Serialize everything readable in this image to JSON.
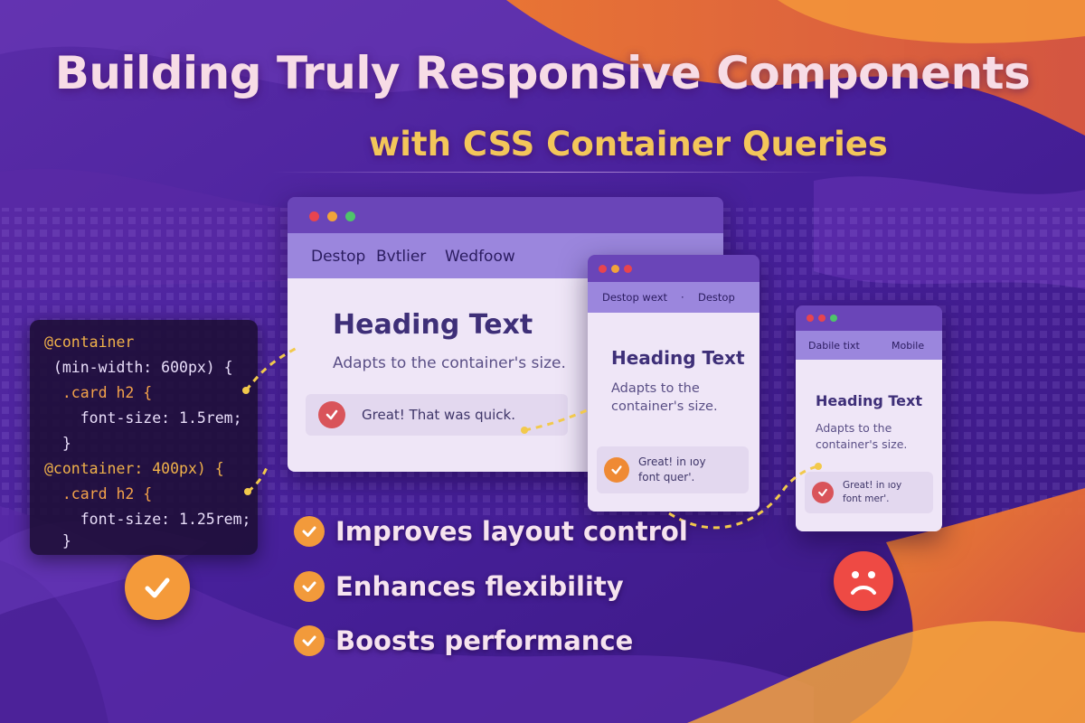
{
  "title": {
    "line1": "Building Truly Responsive Components",
    "line2": "with CSS Container Queries"
  },
  "code": {
    "lines": [
      "@container",
      " (min-width: 600px) {",
      "  .card h2 {",
      "    font-size: 1.5rem;",
      "  }",
      "@container: 400px) {",
      "  .card h2 {",
      "    font-size: 1.25rem;",
      "  }"
    ]
  },
  "desktop": {
    "nav": [
      "Destop",
      "Bvtlier",
      "Wedfoow"
    ],
    "heading": "Heading Text",
    "sub": "Adapts to the container's size.",
    "toast": "Great! That was quick."
  },
  "tablet": {
    "nav": [
      "Destop wext",
      "·",
      "Destop"
    ],
    "heading": "Heading Text",
    "sub1": "Adapts to the",
    "sub2": "container's size.",
    "toast1": "Great! in ıoy",
    "toast2": "font quer'."
  },
  "mobile": {
    "nav": [
      "Dabile tixt",
      "Mobile"
    ],
    "heading": "Heading Text",
    "sub1": "Adapts to the",
    "sub2": "container's size.",
    "toast1": "Great! in ıoy",
    "toast2": "font mer'."
  },
  "benefits": [
    "Improves layout control",
    "Enhances flexibility",
    "Boosts performance"
  ],
  "colors": {
    "background": "#3b1a78",
    "accent_orange": "#f29a3b",
    "title_pink": "#f7dce6",
    "title_gold": "#f3c65a",
    "sad_red": "#ee4a44"
  },
  "icons": {
    "success": "check-circle-icon",
    "failure": "sad-face-icon"
  }
}
